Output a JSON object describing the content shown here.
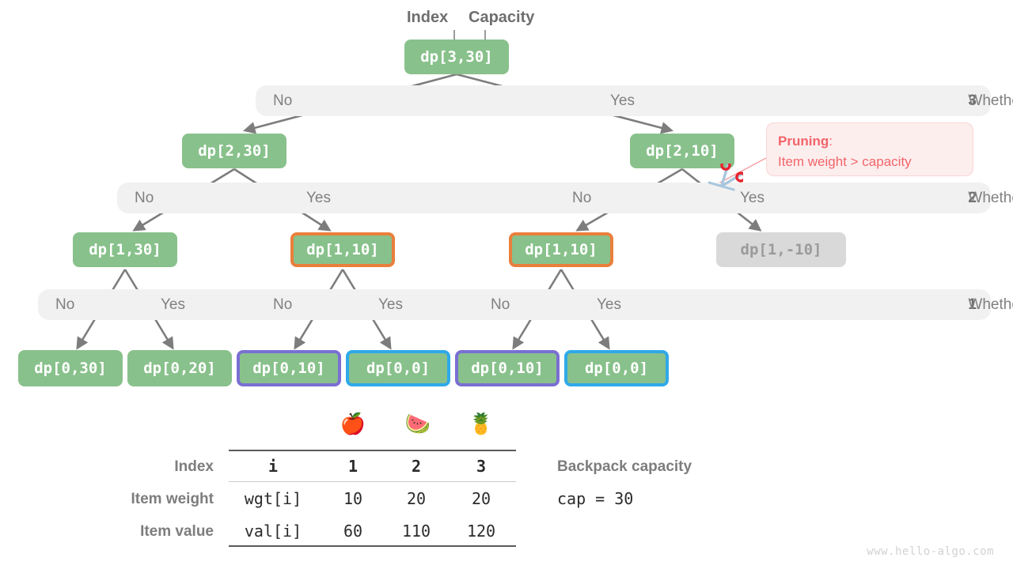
{
  "header": {
    "index_label": "Index",
    "capacity_label": "Capacity"
  },
  "levels": [
    {
      "no": "No",
      "yes": "Yes",
      "right_prefix": "Whether to put item ",
      "right_num": "3"
    },
    {
      "no": "No",
      "yes": "Yes",
      "no2": "No",
      "yes2": "Yes",
      "right_prefix": "Whether to put item ",
      "right_num": "2"
    },
    {
      "no": "No",
      "yes": "Yes",
      "no2": "No",
      "yes2": "Yes",
      "no3": "No",
      "yes3": "Yes",
      "right_prefix": "Whether to put item ",
      "right_num": "1"
    }
  ],
  "nodes": {
    "root": "dp[3,30]",
    "level2": [
      "dp[2,30]",
      "dp[2,10]"
    ],
    "level3": [
      "dp[1,30]",
      "dp[1,10]",
      "dp[1,10]",
      "dp[1,-10]"
    ],
    "leaves": [
      "dp[0,30]",
      "dp[0,20]",
      "dp[0,10]",
      "dp[0,0]",
      "dp[0,10]",
      "dp[0,0]"
    ]
  },
  "pruning": {
    "title": "Pruning",
    "colon": ":",
    "text": "Item weight > capacity",
    "icon": "scissors-icon"
  },
  "table": {
    "row_labels": [
      "Index",
      "Item weight",
      "Item value"
    ],
    "first_col": [
      "i",
      "wgt[i]",
      "val[i]"
    ],
    "items": [
      "1",
      "2",
      "3"
    ],
    "weights": [
      "10",
      "20",
      "20"
    ],
    "values": [
      "60",
      "110",
      "120"
    ],
    "emojis": [
      "🍎",
      "🍉",
      "🍍"
    ]
  },
  "capacity": {
    "title": "Backpack capacity",
    "value": "cap = 30"
  },
  "footer": "www.hello-algo.com",
  "colors": {
    "node_green": "#88c18b",
    "highlight_orange": "#ea7f3c",
    "highlight_purple": "#7a6fd2",
    "highlight_blue": "#2fa9e9",
    "dim_gray": "#d9d9d9",
    "bar_gray": "#f1f1f1",
    "pruning_red": "#f2656a",
    "edge_gray": "#7d7d7d"
  }
}
